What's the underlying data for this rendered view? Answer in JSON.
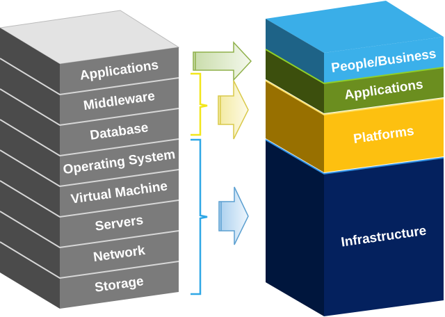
{
  "left_stack": {
    "layers": [
      "Applications",
      "Middleware",
      "Database",
      "Operating System",
      "Virtual Machine",
      "Servers",
      "Network",
      "Storage"
    ],
    "colors": {
      "top": "#e3e3e3",
      "front": "#7b7b7b",
      "side": "#4b4b4b",
      "separator": "#d8d8d8"
    }
  },
  "right_stack": {
    "layers": [
      {
        "label": "People/Business",
        "front": "#3bb0ea",
        "side": "#1e6387",
        "top": "#3aaee8"
      },
      {
        "label": "Applications",
        "front": "#6b8e1f",
        "side": "#3c4f0d"
      },
      {
        "label": "Platforms",
        "front": "#fdc010",
        "side": "#987000"
      },
      {
        "label": "Infrastructure",
        "front": "#04215e",
        "side": "#00163d"
      }
    ]
  },
  "brackets": {
    "yellow": "#f2e61a",
    "blue": "#2fa7e6"
  },
  "arrows": {
    "green": "#8fb04a",
    "yellow": "#e9d96a",
    "blue": "#5b9fd0"
  }
}
